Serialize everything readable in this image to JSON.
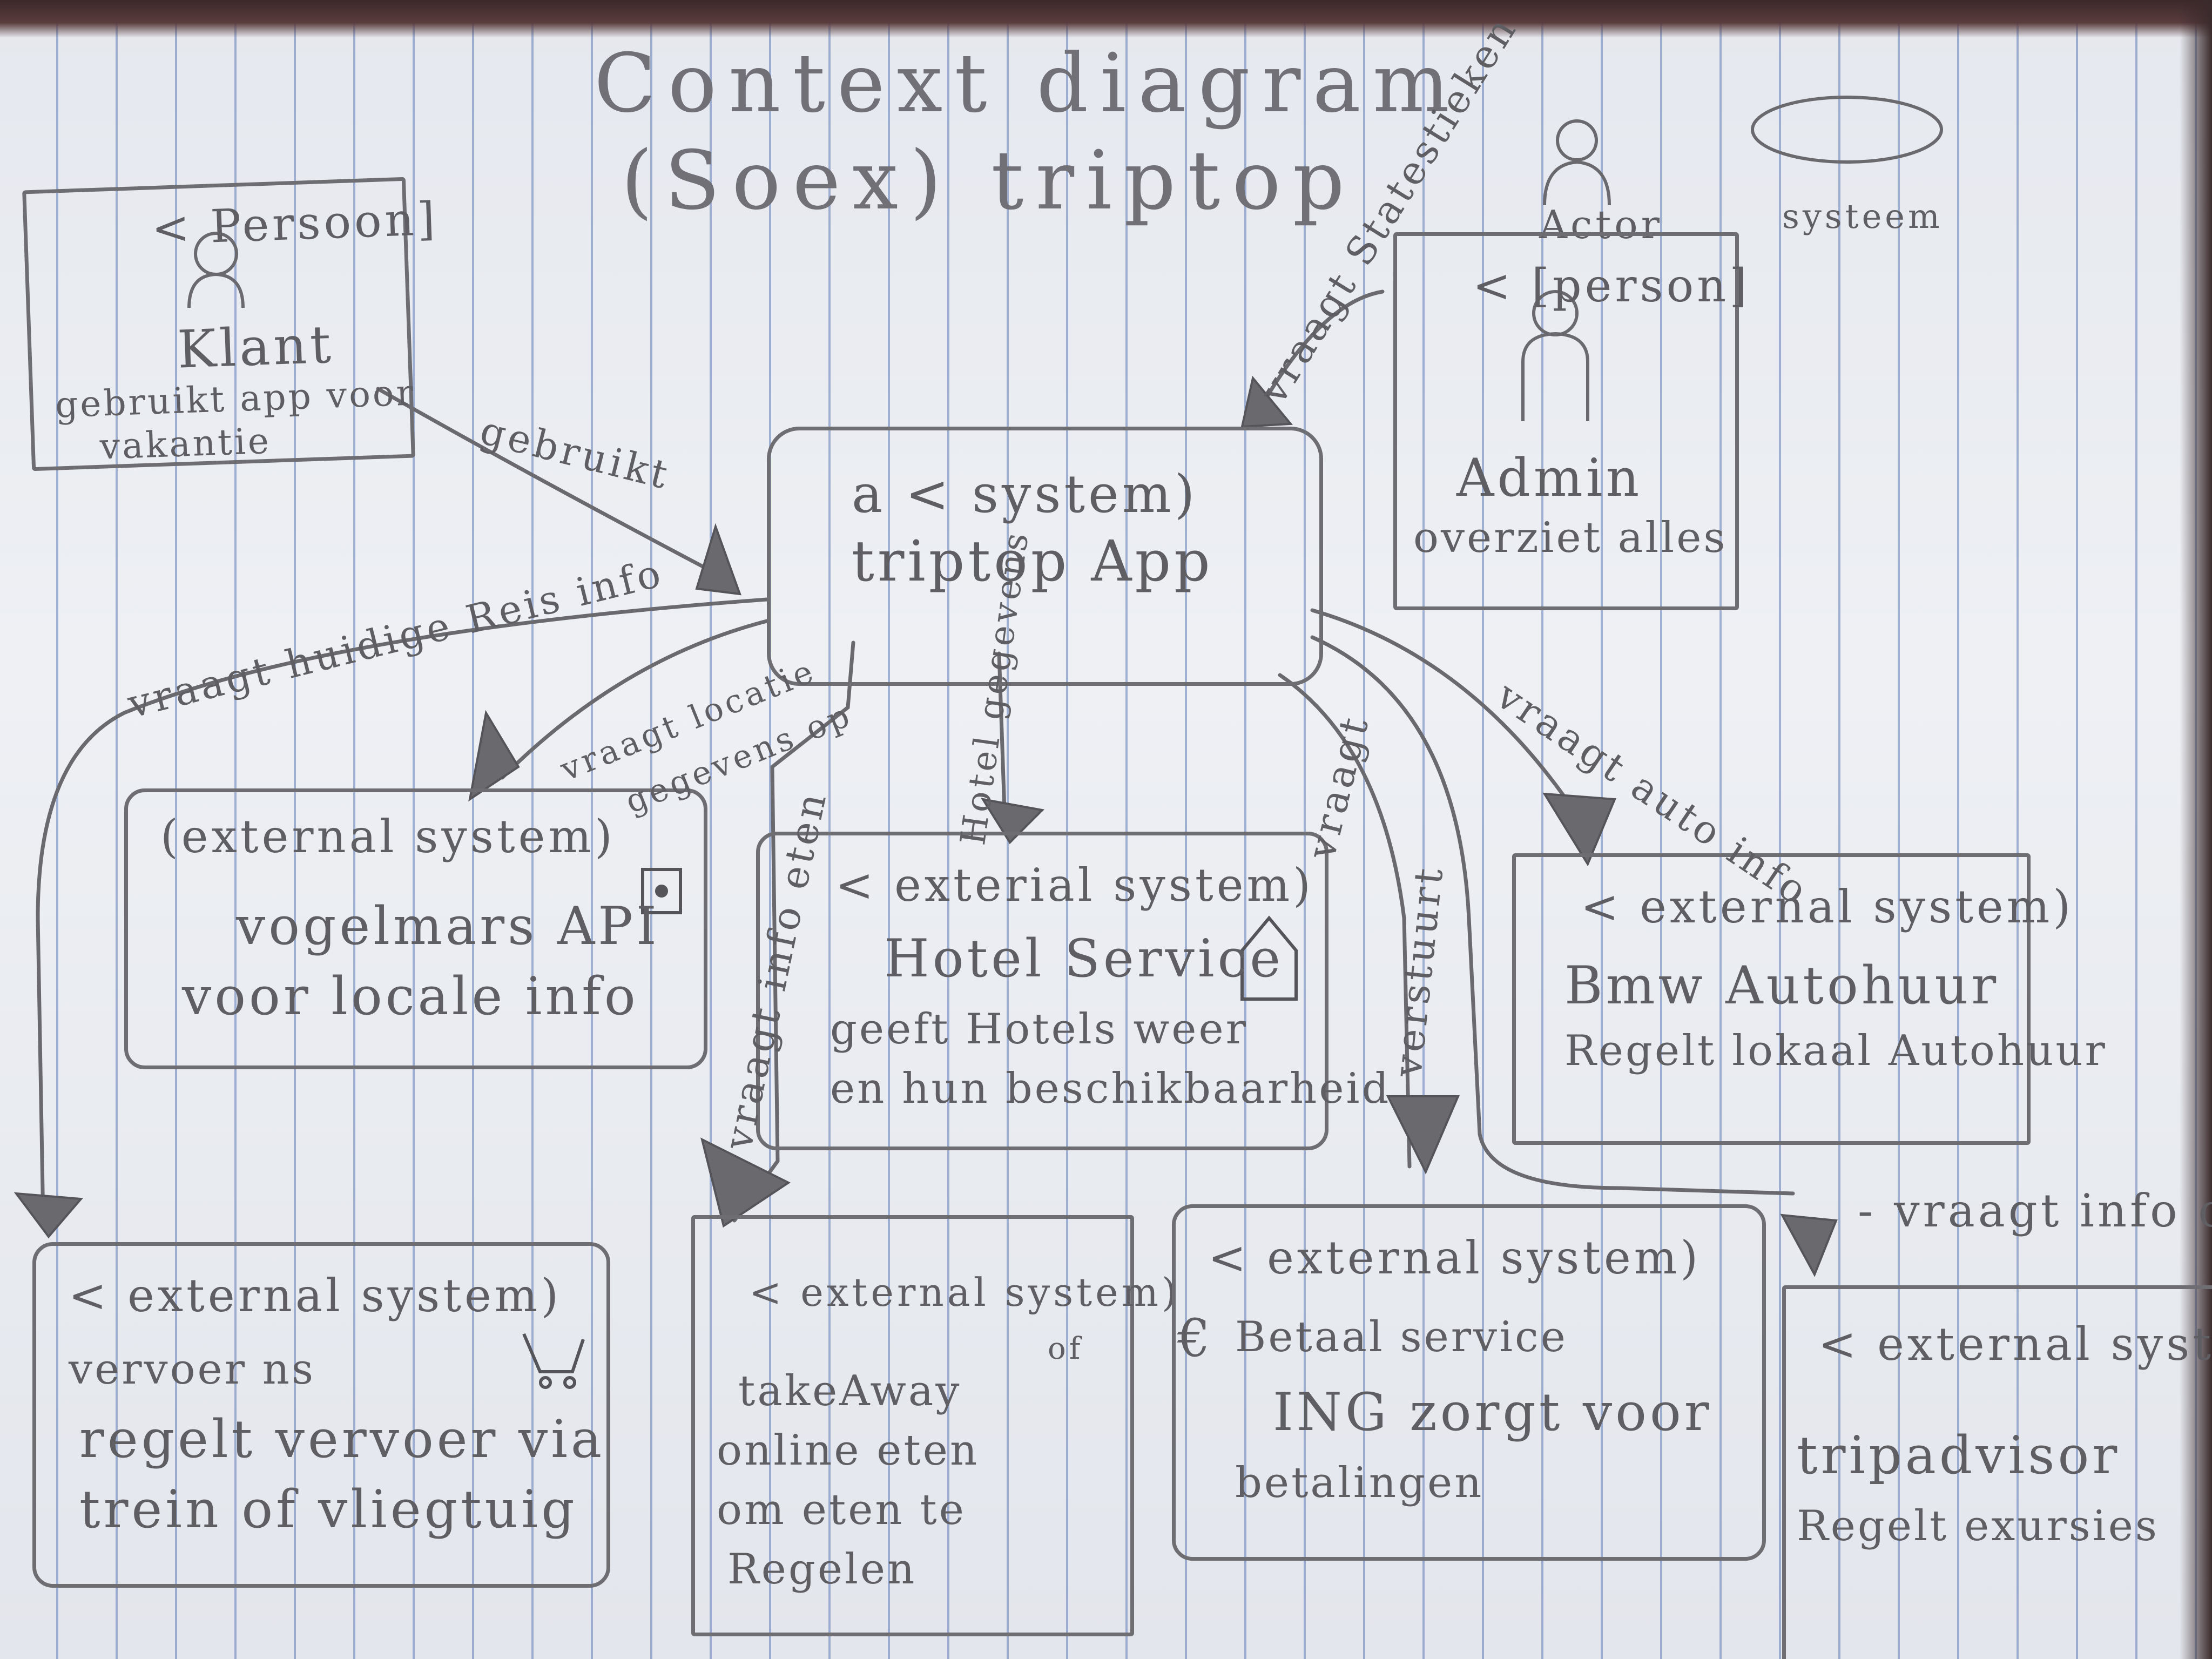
{
  "title": {
    "line1": "Context diagram",
    "line2": "(Soex) triptop"
  },
  "legend": {
    "actor": "Actor",
    "system": "systeem"
  },
  "persons": {
    "klant": {
      "stereotype": "< Persoon]",
      "name": "Klant",
      "desc1": "gebruikt app voor",
      "desc2": "vakantie"
    },
    "admin": {
      "stereotype": "< [person]",
      "name": "Admin",
      "desc1": "overziet alles"
    }
  },
  "system": {
    "stereotype": "a < system)",
    "name": "triptop App"
  },
  "externals": {
    "vogelmars": {
      "stereotype": "(external system)",
      "line1": "vogelmars API",
      "line2": "voor locale info"
    },
    "hotel": {
      "stereotype": "< exterial system)",
      "line1": "Hotel Service",
      "line2": "geeft Hotels weer",
      "line3": "en hun beschikbaarheid"
    },
    "autohuur": {
      "stereotype": "< external system)",
      "line1": "Bmw Autohuur",
      "line2": "Regelt lokaal Autohuur"
    },
    "ns": {
      "stereotype": "< external system)",
      "line1": "vervoer ns",
      "line2": "regelt vervoer via",
      "line3": "trein of vliegtuig"
    },
    "takeaway": {
      "stereotype": "< external system)",
      "line1": "takeAway",
      "line2": "online eten",
      "line3": "om eten te",
      "line4": "Regelen"
    },
    "betaal": {
      "stereotype": "< external system)",
      "line1": "Betaal service",
      "line2": "ING zorgt voor",
      "line3": "betalingen"
    },
    "tripadvisor": {
      "stereotype": "< external system",
      "line1": "tripadvisor",
      "line2": "Regelt exursies"
    }
  },
  "edges": {
    "gebruikt": "gebruikt",
    "statistieken": "vraagt Statestieken",
    "reisinfo": "vraagt huidige Reis info",
    "locatie": "vraagt locatie",
    "locatie2": "gegevens op",
    "eten": "vraagt info eten",
    "hotel": "Hotel gegevens",
    "vraagt": "vraagt",
    "verstuurt": "verstuurt",
    "auto": "vraagt auto info",
    "infoop": "- vraagt info op",
    "symbol_euro": "€",
    "symbol_of": "of"
  }
}
